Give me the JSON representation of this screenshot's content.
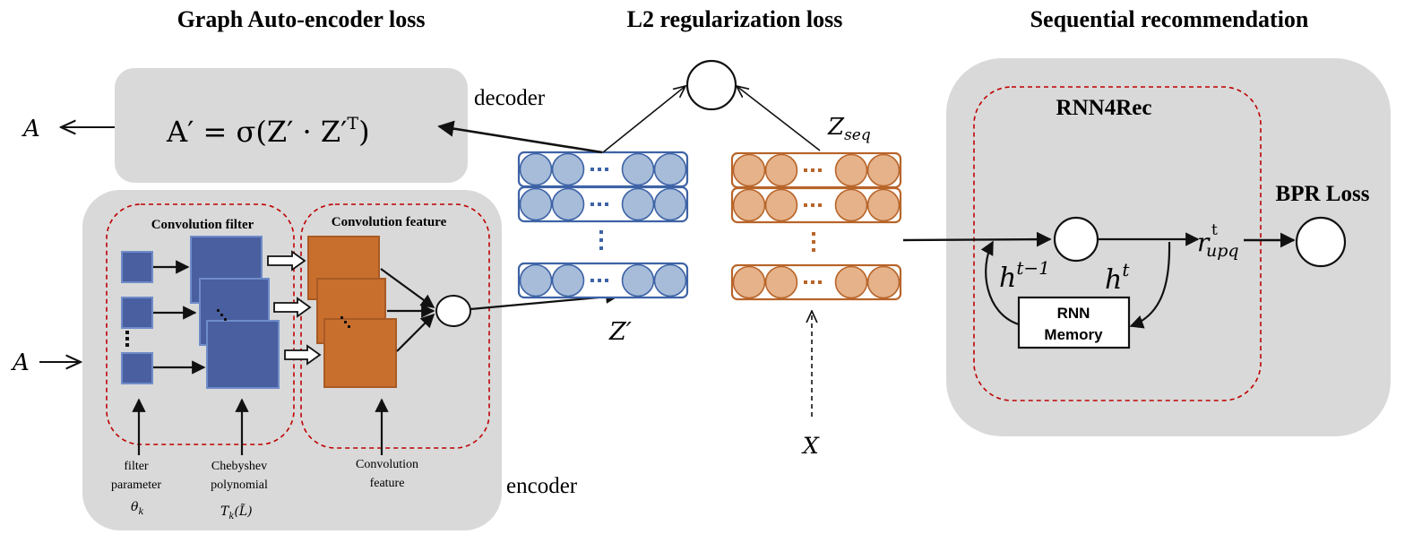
{
  "titles": {
    "gae": "Graph Auto-encoder loss",
    "l2": "L2 regularization loss",
    "seq": "Sequential recommendation"
  },
  "decoder": {
    "label": "decoder",
    "formula_lhs": "A′ = σ(Z′ · Z′",
    "formula_sup": "T",
    "formula_close": ")",
    "output": "A"
  },
  "encoder": {
    "label": "encoder",
    "input": "A",
    "filter_box_title": "Convolution filter",
    "feature_box_title": "Convolution feature",
    "filter_param_line1": "filter",
    "filter_param_line2": "parameter",
    "filter_param_sym": "θ",
    "filter_param_sub": "k",
    "cheb_line1": "Chebyshev",
    "cheb_line2": "polynomial",
    "cheb_sym": "T",
    "cheb_sub": "k",
    "cheb_arg": "(L̃)",
    "conv_line1": "Convolution",
    "conv_line2": "feature"
  },
  "embeddings": {
    "z_prime": "Z′",
    "z_seq": "Z",
    "z_seq_sub": "seq",
    "x": "X"
  },
  "rnn": {
    "title": "RNN4Rec",
    "memory_line1": "RNN",
    "memory_line2": "Memory",
    "h_prev": "h",
    "h_prev_sup": "t−1",
    "h_cur": "h",
    "h_cur_sup": "t",
    "r": "r",
    "r_sup": "t",
    "r_sub": "upq",
    "bpr": "BPR Loss"
  },
  "colors": {
    "panel": "#d9d9d9",
    "dashed": "#c00000",
    "blue_square": "#4a5fa0",
    "blue_border": "#6f8cc9",
    "orange_square": "#c96f2e",
    "orange_border": "#a85a24",
    "blue_node": "#a6bcd9",
    "blue_node_stroke": "#3e63a6",
    "orange_node": "#e5b28a",
    "orange_node_stroke": "#b8652a"
  }
}
